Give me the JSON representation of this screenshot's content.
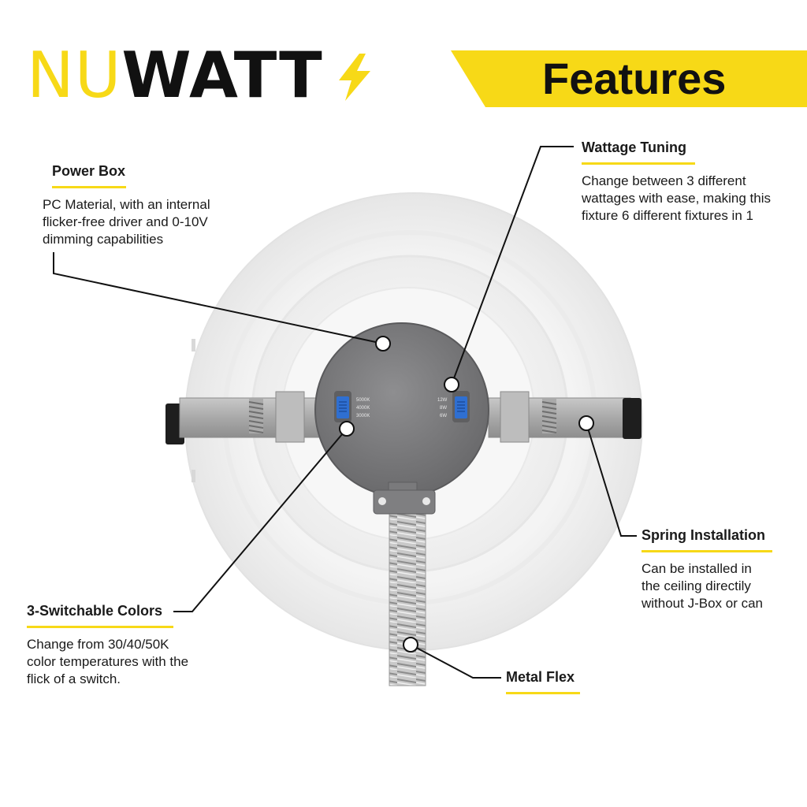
{
  "brand": {
    "name_part1": "NU",
    "name_part2": "WATT",
    "icon": "lightning-bolt-icon",
    "accent_color": "#f7d917"
  },
  "banner": {
    "title": "Features"
  },
  "features": {
    "power_box": {
      "title": "Power Box",
      "desc": [
        "PC Material, with an internal",
        "flicker-free driver and 0-10V",
        "dimming capabilities"
      ]
    },
    "wattage_tuning": {
      "title": "Wattage Tuning",
      "desc": [
        "Change between 3 different",
        "wattages with ease, making this",
        "fixture 6 different fixtures in 1"
      ]
    },
    "spring_installation": {
      "title": "Spring Installation",
      "desc": [
        "Can be installed in",
        "the ceiling directily",
        "without J-Box or can"
      ]
    },
    "switchable_colors": {
      "title": "3-Switchable Colors",
      "desc": [
        "Change from 30/40/50K",
        "color temperatures with the",
        "flick of a switch."
      ]
    },
    "metal_flex": {
      "title": "Metal Flex"
    }
  },
  "product": {
    "cct_switch_labels": [
      "5000K",
      "4000K",
      "3000K"
    ],
    "wattage_switch_labels": [
      "12W",
      "8W",
      "6W"
    ]
  }
}
